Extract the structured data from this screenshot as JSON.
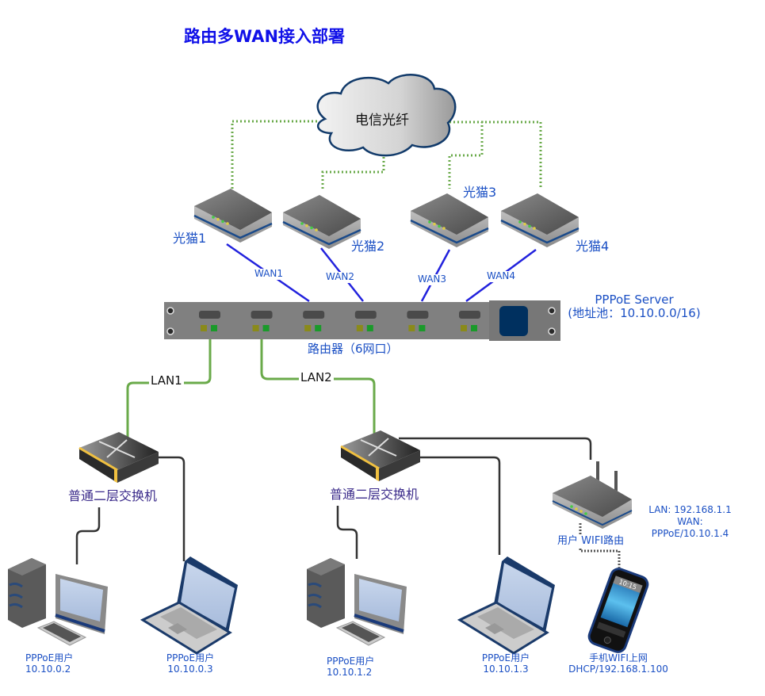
{
  "title": "路由多WAN接入部署",
  "cloud": {
    "label": "电信光纤"
  },
  "onts": [
    {
      "label": "光猫1",
      "wan": "WAN1"
    },
    {
      "label": "光猫2",
      "wan": "WAN2"
    },
    {
      "label": "光猫3",
      "wan": "WAN3"
    },
    {
      "label": "光猫4",
      "wan": "WAN4"
    }
  ],
  "router": {
    "label": "路由器（6网口）",
    "ports": 6,
    "pppoe_line1": "PPPoE Server",
    "pppoe_line2": "(地址池：10.10.0.0/16)"
  },
  "lan_links": [
    {
      "label": "LAN1"
    },
    {
      "label": "LAN2"
    }
  ],
  "switches": [
    {
      "label": "普通二层交换机"
    },
    {
      "label": "普通二层交换机"
    }
  ],
  "clients": [
    {
      "type": "desktop",
      "line1": "PPPoE用户",
      "line2": "10.10.0.2"
    },
    {
      "type": "laptop",
      "line1": "PPPoE用户",
      "line2": "10.10.0.3"
    },
    {
      "type": "desktop",
      "line1": "PPPoE用户",
      "line2": "10.10.1.2"
    },
    {
      "type": "laptop",
      "line1": "PPPoE用户",
      "line2": "10.10.1.3"
    }
  ],
  "wifi_router": {
    "label": "用户 WIFI路由",
    "info_line1": "LAN: 192.168.1.1",
    "info_line2": "WAN:",
    "info_line3": "PPPoE/10.10.1.4"
  },
  "phone": {
    "clock": "10:15",
    "line1": "手机WIFI上网",
    "line2": "DHCP/192.168.1.100"
  },
  "colors": {
    "title": "#1010e8",
    "label_blue": "#1a4fc4",
    "wan_link": "#2222dd",
    "lan_link": "#6aaa4a",
    "fiber_dotted": "#6aaa4a",
    "cable": "#333333",
    "router_body": "#7a7a7a",
    "router_panel": "#00305f"
  }
}
